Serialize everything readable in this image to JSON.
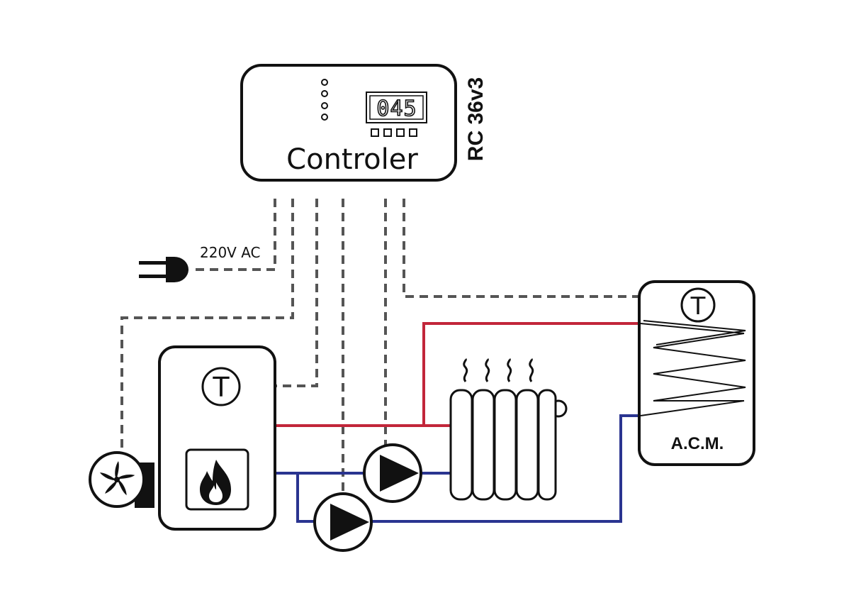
{
  "controller": {
    "label": "Controler",
    "model": "RC 36v3",
    "display_value": "045"
  },
  "power": {
    "label": "220V AC"
  },
  "sensor_symbol": "T",
  "acm": {
    "label": "A.C.M."
  },
  "colors": {
    "outline": "#111111",
    "signal_wire": "#555555",
    "supply_pipe": "#c2263a",
    "return_pipe": "#2a3490"
  },
  "icons": [
    "plug-icon",
    "fan-icon",
    "flame-icon",
    "pump-icon",
    "radiator-icon",
    "heat-wave-icon",
    "thermometer-sensor-icon",
    "coil-icon"
  ]
}
